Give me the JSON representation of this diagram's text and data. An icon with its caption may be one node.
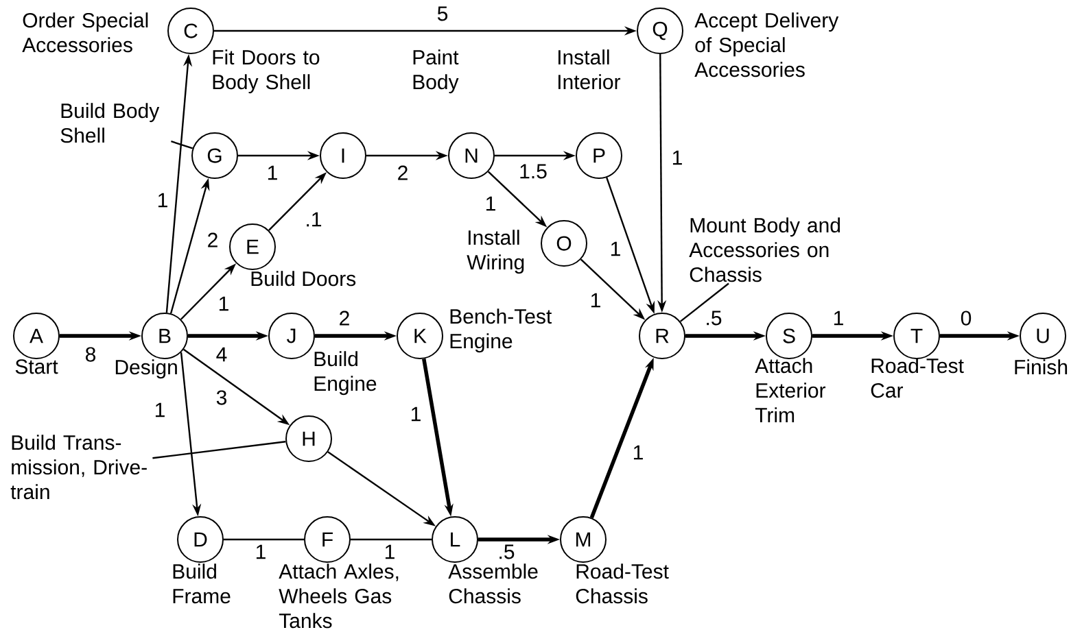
{
  "diagram": {
    "nodes": [
      {
        "text": [
          "C"
        ],
        "beside": [
          "Order Special Accessories"
        ]
      },
      {
        "text": [
          "Q"
        ],
        "beside": [
          "Accept Delivery of Special Accessories"
        ]
      },
      {
        "text": [
          "Build Body Shell"
        ]
      },
      {
        "text": [
          "G"
        ]
      },
      {
        "text": [
          "I"
        ]
      },
      {
        "text": [
          "N"
        ],
        "beside": [
          "Paint Body"
        ]
      },
      {
        "text": [
          "P"
        ]
      },
      {
        "text": [
          "E"
        ],
        "beside": [
          "Build Doors"
        ]
      },
      {
        "text": [
          "O"
        ],
        "beside": [
          "Install Wiring"
        ]
      },
      {
        "text": [
          "Mount Body and Accessories on Chassis"
        ]
      },
      {
        "text": [
          "A"
        ],
        "beside": [
          "Start"
        ]
      },
      {
        "text": [
          "B"
        ],
        "beside": [
          "Design"
        ]
      },
      {
        "text": [
          "J"
        ],
        "beside": [
          "Build Engine"
        ]
      },
      {
        "text": [
          "K"
        ],
        "beside": [
          "Bench-Test Engine"
        ]
      },
      {
        "text": [
          "R"
        ]
      },
      {
        "text": [
          "S"
        ],
        "beside": [
          "Attach Exterior Trim"
        ]
      },
      {
        "text": [
          "T"
        ],
        "beside": [
          "Road-Test Car"
        ]
      },
      {
        "text": [
          "U"
        ],
        "beside": [
          "Finish"
        ]
      },
      {
        "text": [
          "H"
        ]
      },
      {
        "text": [
          "Build Trans- mission, Drive- train"
        ]
      },
      {
        "text": [
          "D"
        ],
        "beside": [
          "Build Frame"
        ]
      },
      {
        "text": [
          "F"
        ],
        "beside": [
          "Attach Axles, Wheels Gas Tanks"
        ]
      },
      {
        "text": [
          "L"
        ],
        "beside": [
          "Assemble Chassis"
        ]
      },
      {
        "text": [
          "M"
        ],
        "beside": [
          "Road-Test Chassis"
        ]
      }
    ],
    "edges": [
      {
        "from": 10,
        "to": 11,
        "arrow": "to",
        "label": "8",
        "style": "thick"
      },
      {
        "from": 11,
        "to": 0,
        "arrow": "to",
        "label": "1"
      },
      {
        "from": 11,
        "to": 3,
        "arrow": "to",
        "label": "2"
      },
      {
        "from": 11,
        "to": 7,
        "arrow": "to",
        "label": "1"
      },
      {
        "from": 11,
        "to": 12,
        "arrow": "to",
        "label": "4",
        "style": "thick"
      },
      {
        "from": 11,
        "to": 18,
        "arrow": "to",
        "label": "3"
      },
      {
        "from": 11,
        "to": 20,
        "arrow": "to",
        "label": "1"
      },
      {
        "from": 0,
        "to": 1,
        "arrow": "to",
        "label": "5"
      },
      {
        "from": 3,
        "to": 4,
        "arrow": "to",
        "label": "1"
      },
      {
        "from": 7,
        "to": 4,
        "arrow": "to",
        "label": ".1"
      },
      {
        "from": 4,
        "to": 5,
        "arrow": "to",
        "label": "2"
      },
      {
        "from": 5,
        "to": 6,
        "arrow": "to",
        "label": "1.5"
      },
      {
        "from": 5,
        "to": 8,
        "arrow": "to",
        "label": "1"
      },
      {
        "from": 6,
        "to": 14,
        "arrow": "to",
        "label": "1"
      },
      {
        "from": 8,
        "to": 14,
        "arrow": "to",
        "label": "1"
      },
      {
        "from": 1,
        "to": 14,
        "arrow": "to",
        "label": "1"
      },
      {
        "from": 12,
        "to": 13,
        "arrow": "to",
        "label": "2",
        "style": "thick"
      },
      {
        "from": 13,
        "to": 22,
        "arrow": "to",
        "label": "1",
        "style": "thick"
      },
      {
        "from": 18,
        "to": 22,
        "arrow": "to"
      },
      {
        "from": 20,
        "to": 21,
        "arrow": "none",
        "label": "1"
      },
      {
        "from": 21,
        "to": 22,
        "arrow": "none",
        "label": "1"
      },
      {
        "from": 22,
        "to": 23,
        "arrow": "to",
        "label": ".5",
        "style": "thick"
      },
      {
        "from": 23,
        "to": 14,
        "arrow": "to",
        "label": "1",
        "style": "thick"
      },
      {
        "from": 14,
        "to": 15,
        "arrow": "to",
        "label": ".5",
        "style": "thick"
      },
      {
        "from": 15,
        "to": 16,
        "arrow": "to",
        "label": "1",
        "style": "thick"
      },
      {
        "from": 16,
        "to": 17,
        "arrow": "to",
        "label": "0",
        "style": "thick"
      },
      {
        "from": 2,
        "to": 3,
        "arrow": "none"
      },
      {
        "from": 19,
        "to": 18,
        "arrow": "none"
      },
      {
        "from": 9,
        "to": 14,
        "arrow": "none"
      }
    ],
    "labels": [
      "Fit Doors to Body Shell",
      "Install Interior"
    ]
  }
}
